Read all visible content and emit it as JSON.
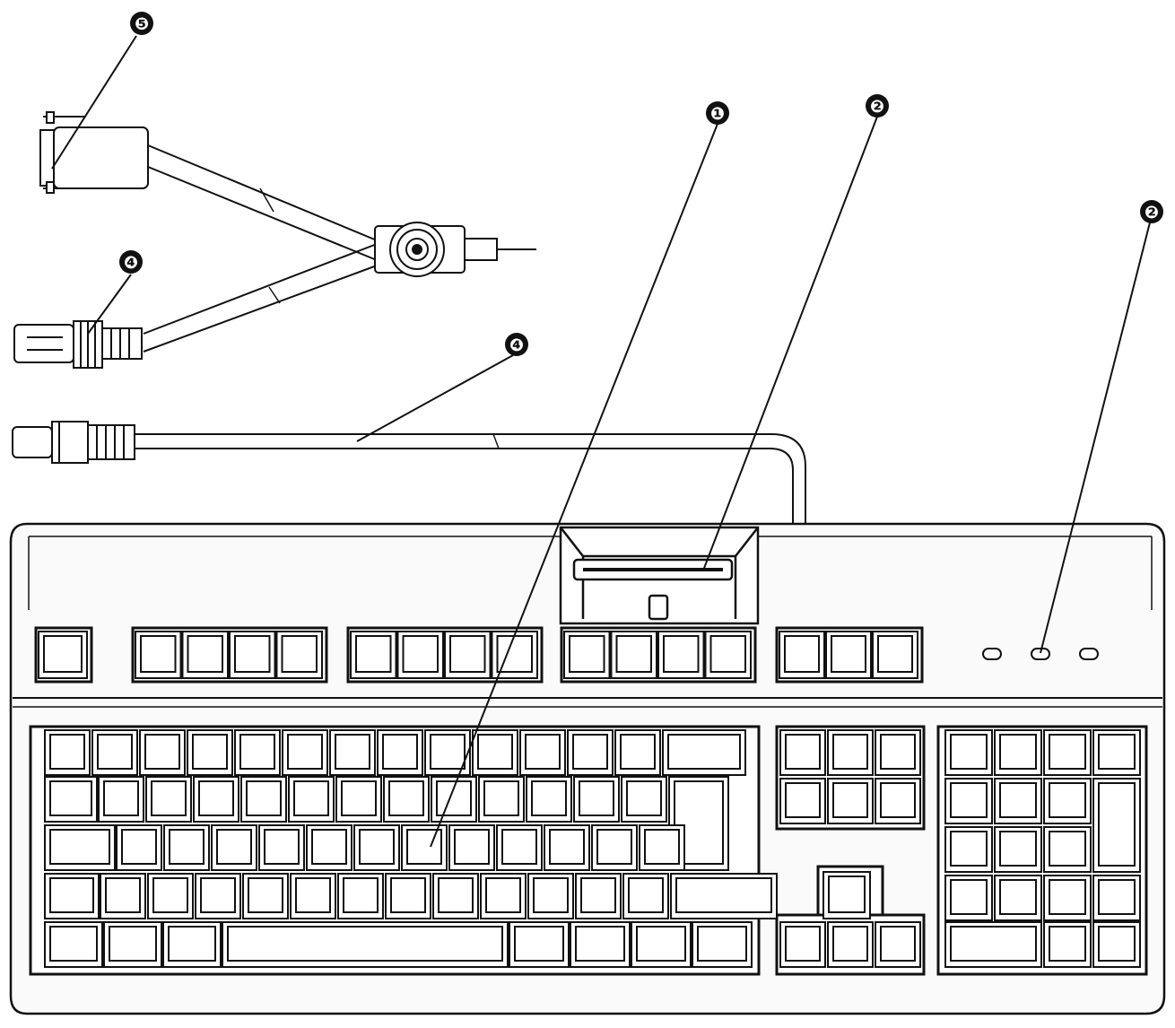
{
  "callouts": [
    {
      "id": "callout-1-keyboard",
      "label": "❶"
    },
    {
      "id": "callout-2-card-slot",
      "label": "❷"
    },
    {
      "id": "callout-2-led-indicator",
      "label": "❷"
    },
    {
      "id": "callout-4-y-cable-connector",
      "label": "❹"
    },
    {
      "id": "callout-4-keyboard-cable",
      "label": "❹"
    },
    {
      "id": "callout-5-serial-connector",
      "label": "❺"
    }
  ],
  "colors": {
    "line": "#111111",
    "background": "#ffffff",
    "keyboard_fill": "#fafafa"
  }
}
